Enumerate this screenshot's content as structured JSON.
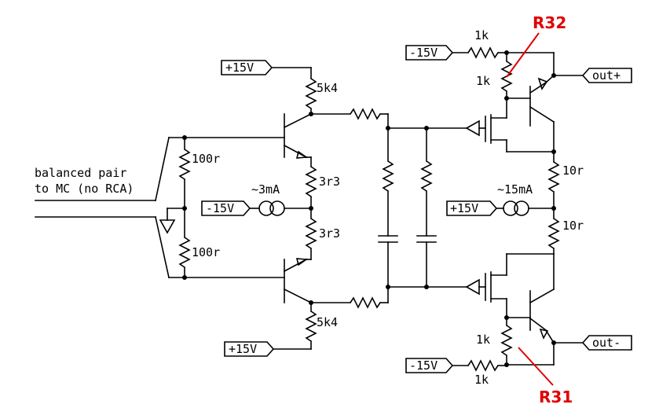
{
  "labels": {
    "input_note_line1": "balanced pair",
    "input_note_line2": "to MC (no RCA)",
    "rail_pos_top": "+15V",
    "rail_pos_bottom": "+15V",
    "rail_neg_left": "-15V",
    "rail_pos_mid": "+15V",
    "rail_neg_top_right": "-15V",
    "rail_neg_bottom_right": "-15V",
    "r_in_top": "100r",
    "r_in_bottom": "100r",
    "r_collector_top": "5k4",
    "r_collector_bottom": "5k4",
    "r_emitter_top": "3r3",
    "r_emitter_bottom": "3r3",
    "current_source_left": "~3mA",
    "current_source_right": "~15mA",
    "r_top_series": "1k",
    "r_top_shunt": "1k",
    "r_bottom_shunt": "1k",
    "r_bottom_series": "1k",
    "r_out_top": "10r",
    "r_out_bottom": "10r",
    "out_pos": "out+",
    "out_neg": "out-",
    "callout_r32": "R32",
    "callout_r31": "R31"
  }
}
